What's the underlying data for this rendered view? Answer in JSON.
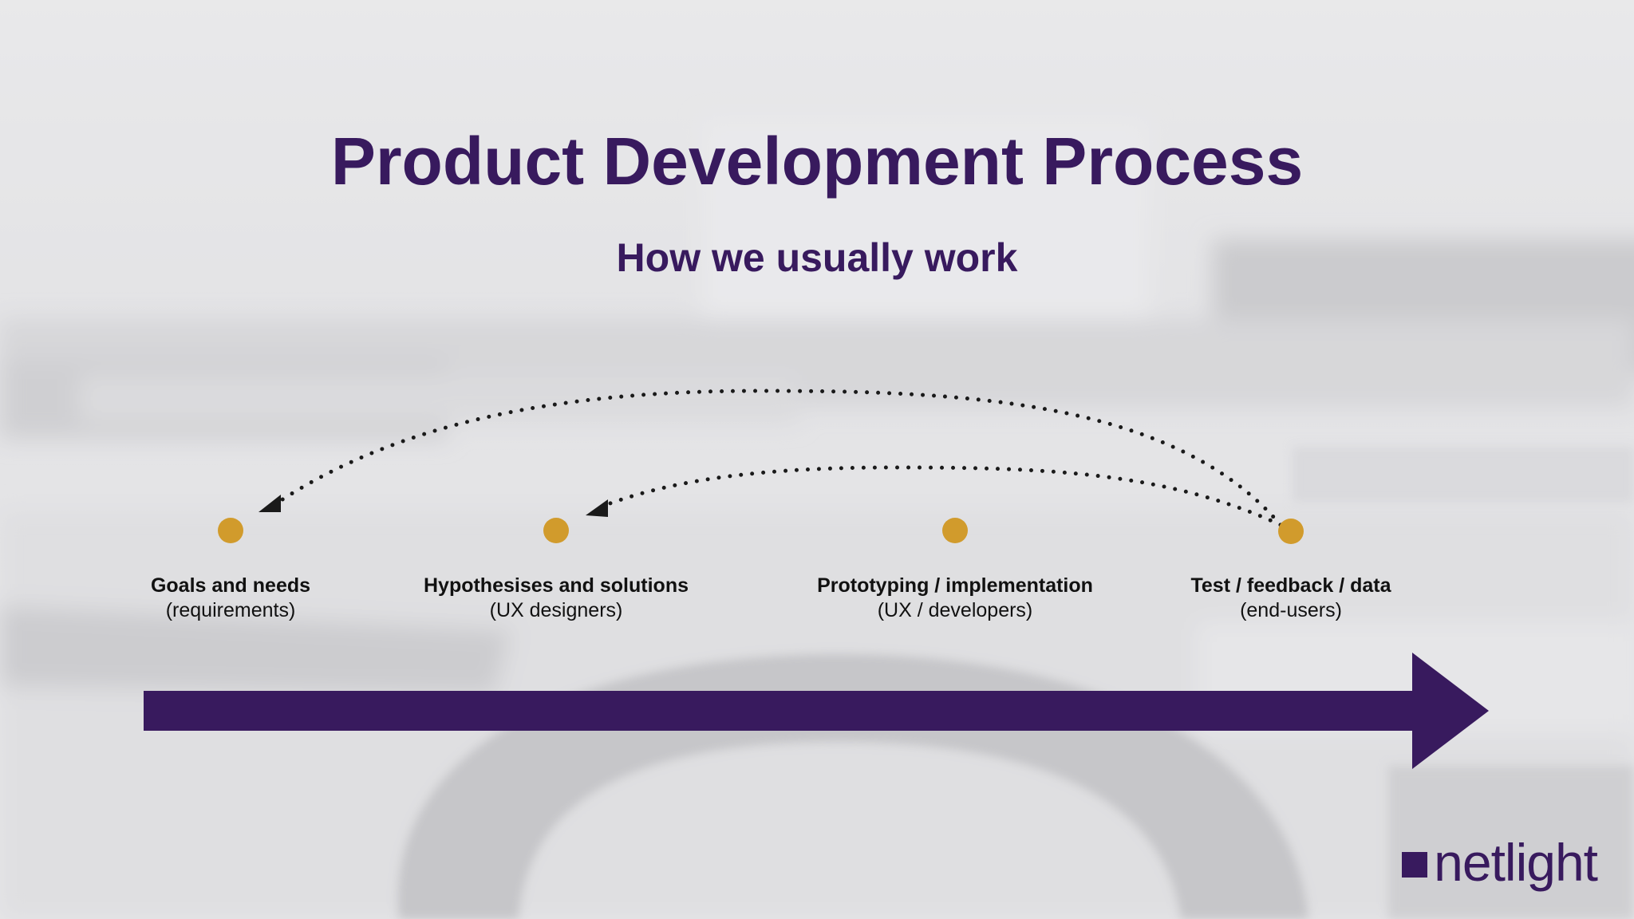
{
  "slide": {
    "title": "Product Development Process",
    "subtitle": "How we usually work"
  },
  "steps": [
    {
      "label": "Goals and needs",
      "sub": "(requirements)"
    },
    {
      "label": "Hypothesises and solutions",
      "sub": "(UX designers)"
    },
    {
      "label": "Prototyping / implementation",
      "sub": "(UX / developers)"
    },
    {
      "label": "Test / feedback / data",
      "sub": "(end-users)"
    }
  ],
  "feedback_loops": [
    {
      "from": "Test / feedback / data",
      "to": "Goals and needs"
    },
    {
      "from": "Test / feedback / data",
      "to": "Hypothesises and solutions"
    }
  ],
  "logo": {
    "text": "netlight"
  },
  "colors": {
    "brand": "#381a5e",
    "node": "#d19b2c",
    "background": "#e4e4e6"
  },
  "icons": [
    "timeline-arrow",
    "feedback-arrowhead",
    "logo-mark"
  ]
}
